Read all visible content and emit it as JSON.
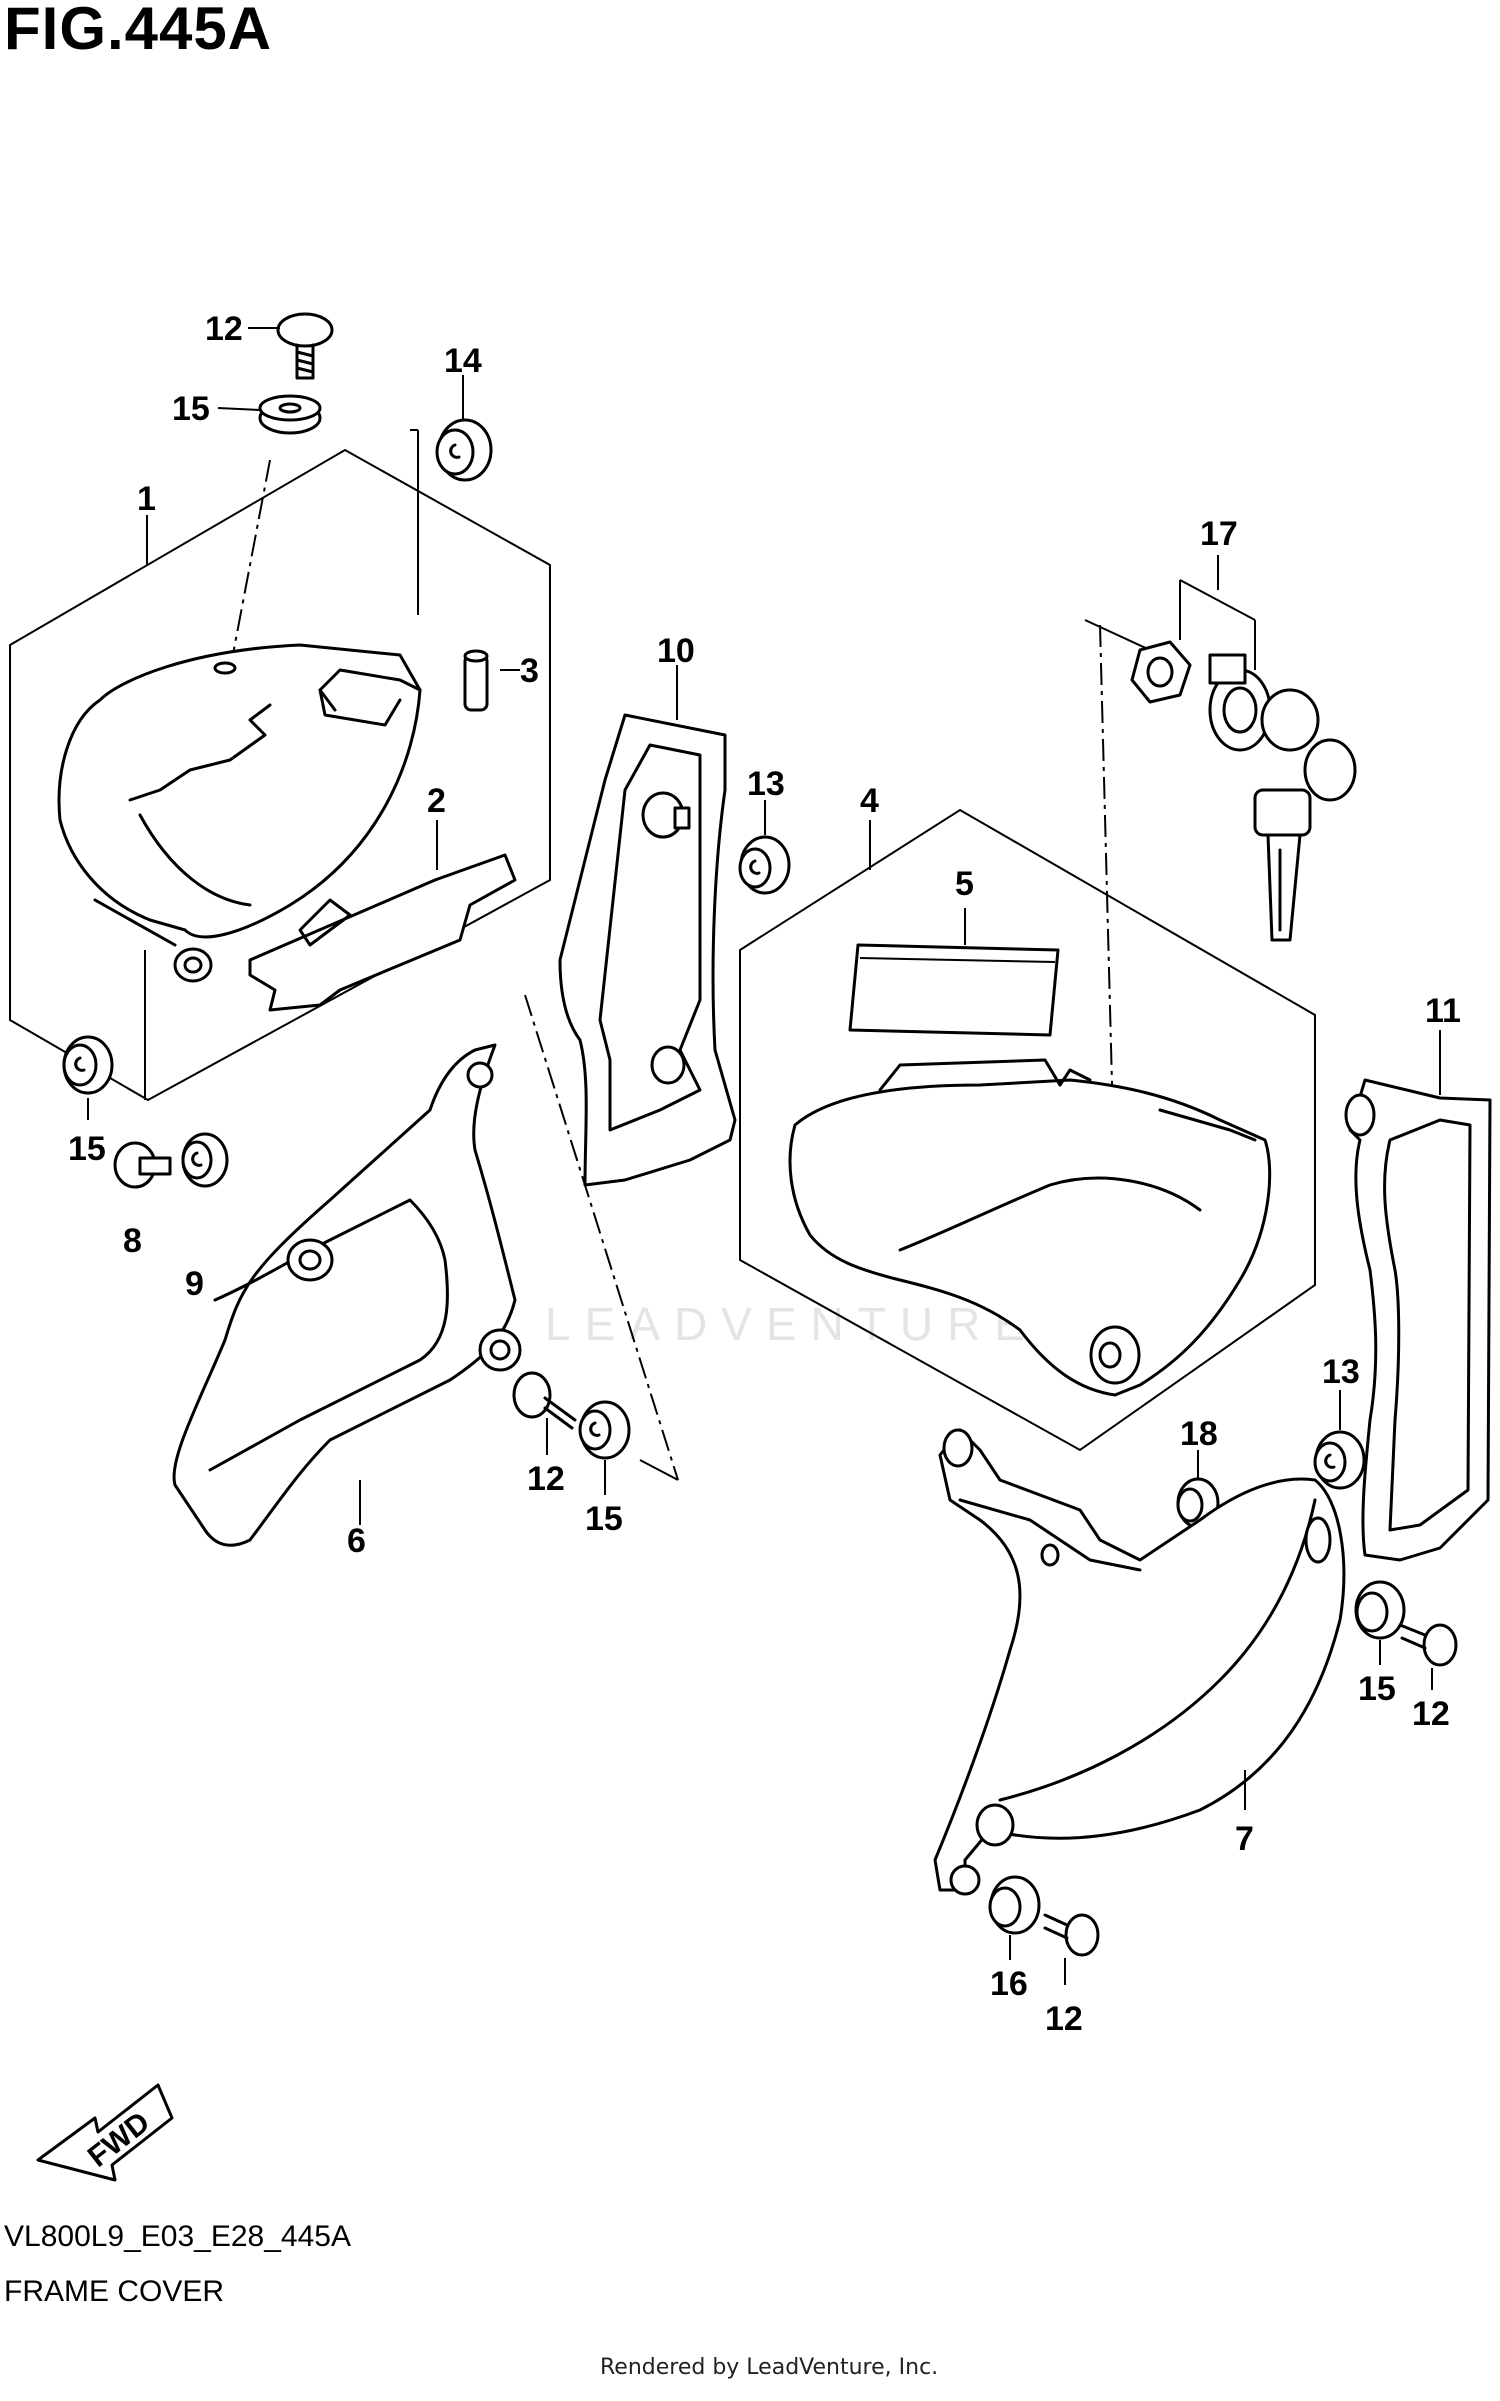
{
  "figure": {
    "title": "FIG.445A",
    "code": "VL800L9_E03_E28_445A",
    "subtitle": "FRAME COVER",
    "credit": "Rendered by LeadVenture, Inc.",
    "watermark": "LEADVENTURE",
    "direction_label": "FWD"
  },
  "callouts": [
    "12",
    "15",
    "14",
    "1",
    "3",
    "2",
    "15",
    "8",
    "9",
    "10",
    "13",
    "4",
    "5",
    "17",
    "11",
    "6",
    "12",
    "15",
    "13",
    "18",
    "15",
    "12",
    "7",
    "16",
    "12"
  ]
}
